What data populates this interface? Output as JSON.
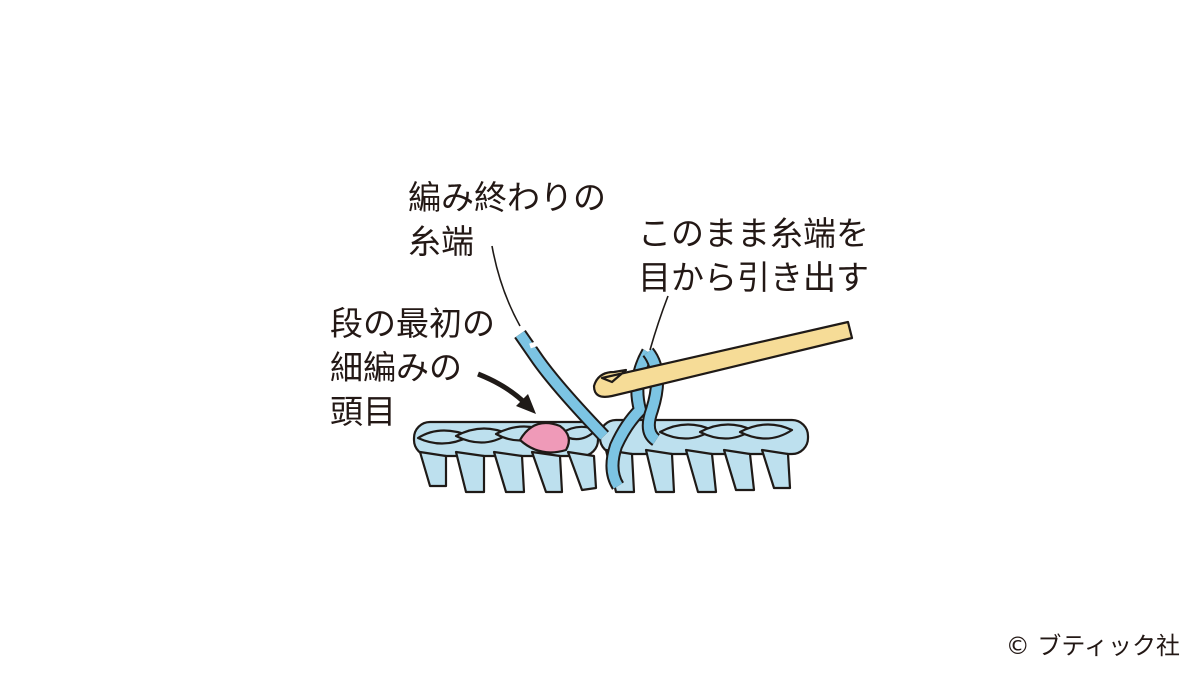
{
  "labels": {
    "yarn_end_line1": "編み終わりの",
    "yarn_end_line2": "糸端",
    "pull_line1": "このまま糸端を",
    "pull_line2": "目から引き出す",
    "first_stitch_line1": "段の最初の",
    "first_stitch_line2": "細編みの",
    "first_stitch_line3": "頭目"
  },
  "credit": "© ブティック社",
  "colors": {
    "stitch_fill": "#bde0ee",
    "stitch_stroke": "#1f1a17",
    "yarn_blue": "#7cc4e3",
    "highlight_pink": "#ef9ab8",
    "hook_fill": "#f6dc97",
    "text": "#231815"
  }
}
